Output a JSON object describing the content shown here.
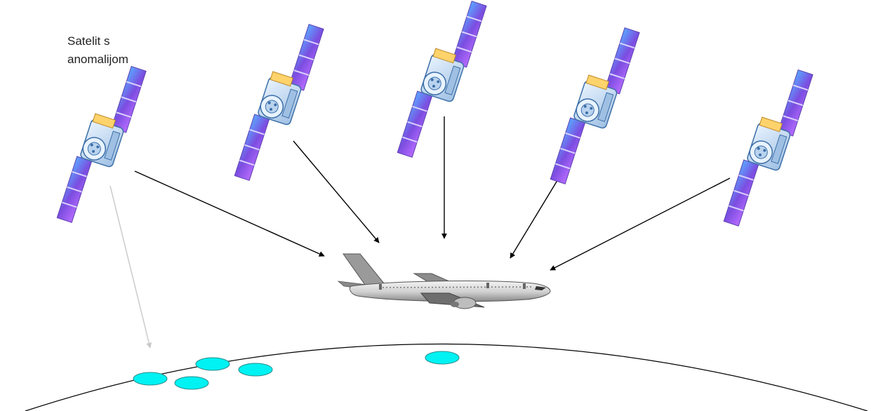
{
  "anomaly_label": "Satelit s\nanomalijom",
  "colors": {
    "signal_arrow": "#000000",
    "anomaly_arrow": "#c8c8c8",
    "ground_spots": "#00f2f2",
    "earth_outline": "#000000",
    "panel_fill": "#7b4de0",
    "satellite_body": "#c6dcf0"
  },
  "satellites": [
    {
      "name": "anomaly-satellite",
      "anomaly": true
    },
    {
      "name": "satellite-2",
      "anomaly": false
    },
    {
      "name": "satellite-3",
      "anomaly": false
    },
    {
      "name": "satellite-4",
      "anomaly": false
    },
    {
      "name": "satellite-5",
      "anomaly": false
    }
  ],
  "icons": {
    "satellite": "satellite-icon",
    "airplane": "airplane-icon",
    "earth": "earth-surface",
    "ground_spot": "ground-spot-icon"
  }
}
